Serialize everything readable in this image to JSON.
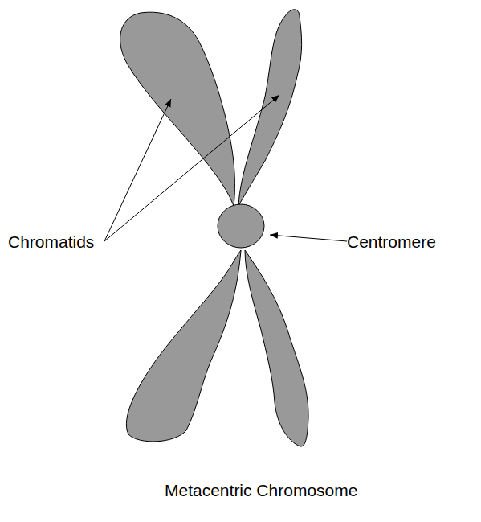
{
  "diagram": {
    "caption": "Metacentric Chromosome",
    "labels": [
      "Chromatids",
      "Centromere"
    ]
  }
}
